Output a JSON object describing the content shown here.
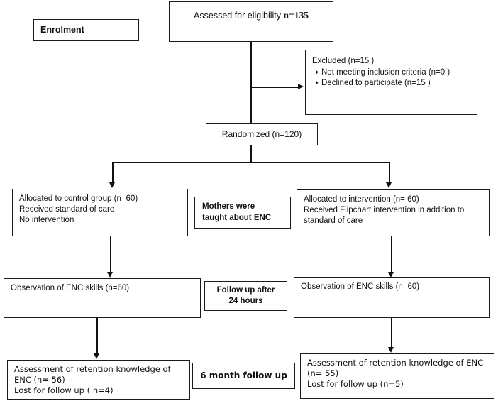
{
  "diagram": {
    "title": "CONSORT participant flow diagram",
    "stage_labels": {
      "enrolment": "Enrolment",
      "intervention_note": {
        "line1": "Mothers were",
        "line2": "taught about ENC"
      },
      "followup_24h": {
        "line1": "Follow up after",
        "line2": "24 hours"
      },
      "followup_6month": "6 month follow up"
    },
    "boxes": {
      "assessed": {
        "text": "Assessed for eligibility ",
        "count": "n=135"
      },
      "excluded": {
        "heading": "Excluded (n=15   )",
        "bullet_glyph": "♦",
        "items": [
          "Not meeting inclusion criteria (n=0 )",
          "Declined to participate (n=15 )"
        ]
      },
      "randomized": {
        "text": "Randomized (n=120)"
      },
      "allocation_control": {
        "line1": "Allocated to control group (n=60)",
        "line2": "Received standard of care",
        "line3": "No intervention"
      },
      "allocation_intervention": {
        "line1": "Allocated to intervention (n= 60)",
        "line2": "Received Flipchart intervention in addition to",
        "line3": "standard of care"
      },
      "observation_control": {
        "line1": "Observation of ENC skills (n=60)"
      },
      "observation_intervention": {
        "line1": "Observation of ENC skills (n=60)"
      },
      "retention_control": {
        "line1": "Assessment of retention knowledge of",
        "line2": "ENC (n= 56)",
        "line3": "Lost for follow up ( n=4)"
      },
      "retention_intervention": {
        "line1": "Assessment of retention knowledge of ENC",
        "line2": " (n= 55)",
        "line3": "Lost for follow up (n=5)"
      }
    },
    "colors": {
      "stroke": "#111111",
      "background": "#ffffff",
      "text": "#111111"
    }
  }
}
